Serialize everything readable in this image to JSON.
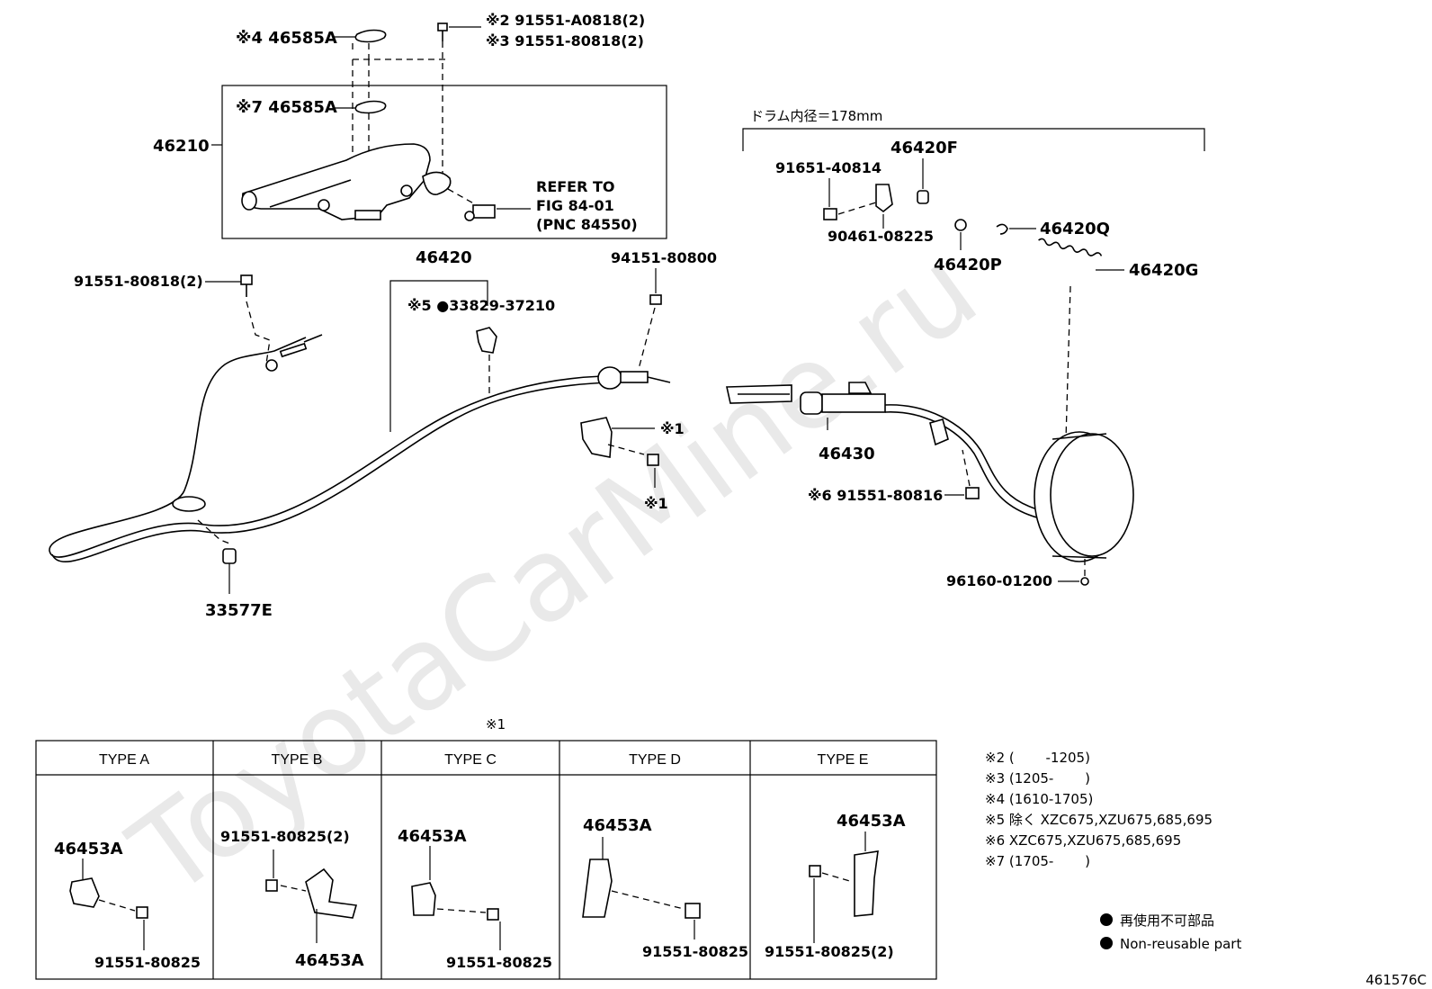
{
  "watermark": "ToyotaCarMine.ru",
  "figure_id": "461576C",
  "labels": {
    "p46585A_top": "※4 46585A",
    "p91551_A0818": "※2 91551-A0818(2)",
    "p91551_80818_3": "※3 91551-80818(2)",
    "p46585A_inner": "※7 46585A",
    "p46210": "46210",
    "refer_1": "REFER TO",
    "refer_2": "FIG 84-01",
    "refer_3": "(PNC 84550)",
    "p46420": "46420",
    "p33829": "※5 ●33829-37210",
    "p94151": "94151-80800",
    "p91551_80818_2": "91551-80818(2)",
    "mark1_a": "※1",
    "mark1_b": "※1",
    "p33577E": "33577E",
    "drum_note": "ドラム内径＝178mm",
    "p46420F": "46420F",
    "p91651": "91651-40814",
    "p90461": "90461-08225",
    "p46420Q": "46420Q",
    "p46420P": "46420P",
    "p46420G": "46420G",
    "p46430": "46430",
    "p91551_80816": "※6 91551-80816",
    "p96160": "96160-01200",
    "table_mark": "※1"
  },
  "types": [
    {
      "header": "TYPE A",
      "part": "46453A",
      "bolt": "91551-80825"
    },
    {
      "header": "TYPE B",
      "part": "46453A",
      "bolt": "91551-80825(2)"
    },
    {
      "header": "TYPE C",
      "part": "46453A",
      "bolt": "91551-80825"
    },
    {
      "header": "TYPE D",
      "part": "46453A",
      "bolt": "91551-80825"
    },
    {
      "header": "TYPE E",
      "part": "46453A",
      "bolt": "91551-80825(2)"
    }
  ],
  "notes": [
    "※2 (　　 -1205)",
    "※3 (1205-　　 )",
    "※4 (1610-1705)",
    "※5 除く XZC675,XZU675,685,695",
    "※6 XZC675,XZU675,685,695",
    "※7 (1705-　　 )"
  ],
  "legend": {
    "jp": "再使用不可部品",
    "en": "Non-reusable part"
  }
}
